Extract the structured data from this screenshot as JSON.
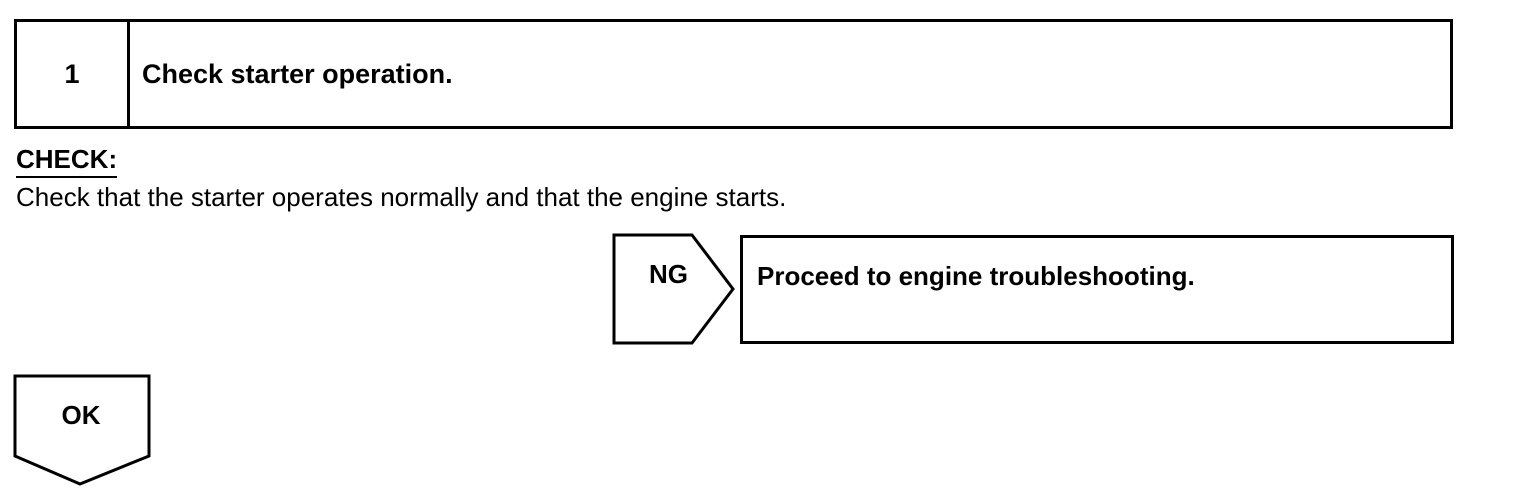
{
  "step": {
    "number": "1",
    "title": "Check starter operation."
  },
  "check": {
    "heading": "CHECK:",
    "text": "Check that the starter operates normally and that the engine starts."
  },
  "ng": {
    "label": "NG",
    "action": "Proceed to engine troubleshooting."
  },
  "ok": {
    "label": "OK"
  }
}
